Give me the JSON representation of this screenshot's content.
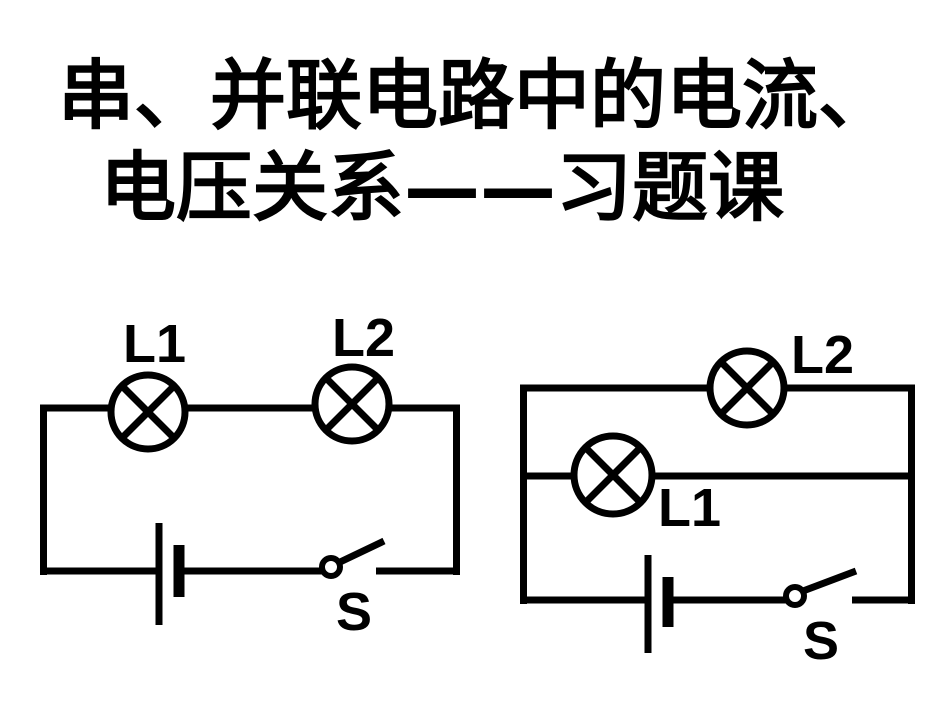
{
  "title": {
    "line1": "串、并联电路中的电流、",
    "line2": "电压关系——习题课"
  },
  "series_circuit": {
    "lamp1_label": "L1",
    "lamp2_label": "L2",
    "switch_label": "S"
  },
  "parallel_circuit": {
    "lamp1_label": "L1",
    "lamp2_label": "L2",
    "switch_label": "S"
  }
}
